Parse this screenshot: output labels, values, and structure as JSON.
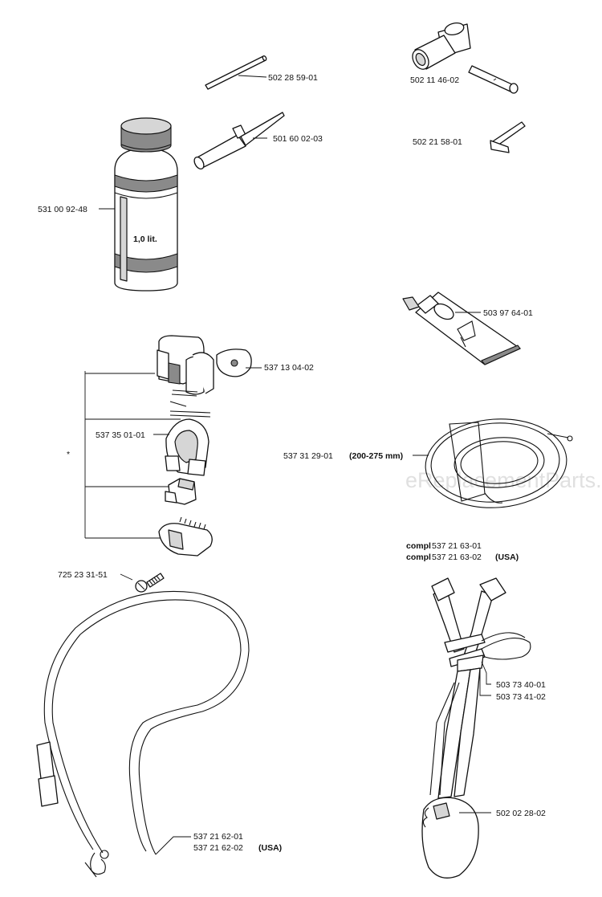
{
  "watermark": "eReplacementParts.com",
  "parts": [
    {
      "id": "rod",
      "number": "502 28 59-01"
    },
    {
      "id": "file-tool",
      "number": "501 60 02-03"
    },
    {
      "id": "oil-bottle",
      "number": "531 00 92-48",
      "marking": "1,0 lit."
    },
    {
      "id": "combination-wrench",
      "number": "502 11 46-02"
    },
    {
      "id": "hex-key",
      "number": "502 21 58-01"
    },
    {
      "id": "grease-tube",
      "number": "503 97 64-01"
    },
    {
      "id": "trimmer-line",
      "number": "537 31 29-01",
      "note": "(200-275 mm)"
    },
    {
      "id": "harness-clamp",
      "number": "537 13 04-02"
    },
    {
      "id": "harness-hook",
      "number": "537 35 01-01"
    },
    {
      "id": "screw",
      "number": "725 23 31-51"
    },
    {
      "id": "harness-compl-1",
      "prefix": "compl",
      "number": "537 21 63-01"
    },
    {
      "id": "harness-compl-2",
      "prefix": "compl",
      "number": "537 21 63-02",
      "note": "(USA)"
    },
    {
      "id": "strap-buckle-1",
      "number": "503 73 40-01"
    },
    {
      "id": "strap-buckle-2",
      "number": "503 73 41-02"
    },
    {
      "id": "hip-pad",
      "number": "502 02 28-02"
    },
    {
      "id": "shoulder-strap-1",
      "number": "537 21 62-01"
    },
    {
      "id": "shoulder-strap-2",
      "number": "537 21 62-02",
      "note": "(USA)"
    }
  ],
  "bracket_marker": "*"
}
